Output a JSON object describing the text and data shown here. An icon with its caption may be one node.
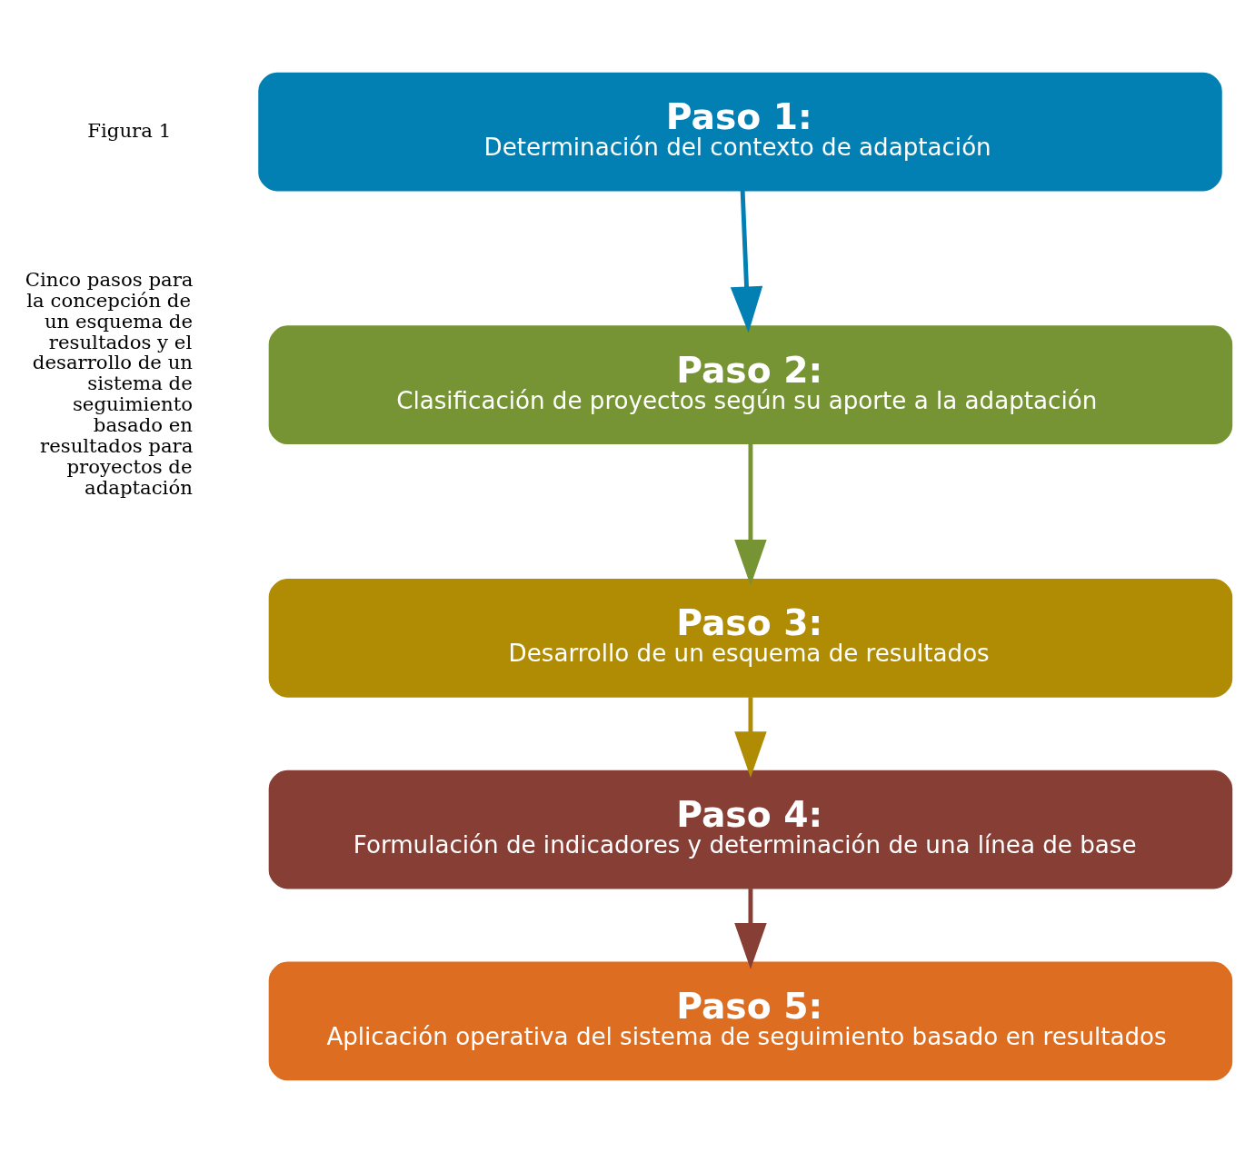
{
  "diagram": {
    "nodes": [
      {
        "text": [
          "Paso 1:",
          "Determinación del contexto de adaptación"
        ]
      },
      {
        "text": [
          "Paso 2:",
          "Clasificación de proyectos según su aporte a la adaptación"
        ]
      },
      {
        "text": [
          "Paso 3:",
          "Desarrollo de un esquema de resultados"
        ]
      },
      {
        "text": [
          "Paso 4:",
          "Formulación de indicadores y determinación de una línea de base"
        ]
      },
      {
        "text": [
          "Paso 5:",
          "Aplicación operativa del sistema de seguimiento basado en resultados"
        ]
      }
    ],
    "edges": [
      {
        "from": 0,
        "to": 1,
        "arrow": "to",
        "color": "#0280b3"
      },
      {
        "from": 1,
        "to": 2,
        "arrow": "to",
        "color": "#769433"
      },
      {
        "from": 2,
        "to": 3,
        "arrow": "to",
        "color": "#b08c04"
      },
      {
        "from": 3,
        "to": 4,
        "arrow": "to",
        "color": "#873f35"
      }
    ],
    "labels": [
      "Figura 1",
      "Cinco pasos para la concepción de un esquema de resultados y el desarrollo de un sistema de seguimiento basado en resultados para proyectos de adaptación"
    ]
  }
}
